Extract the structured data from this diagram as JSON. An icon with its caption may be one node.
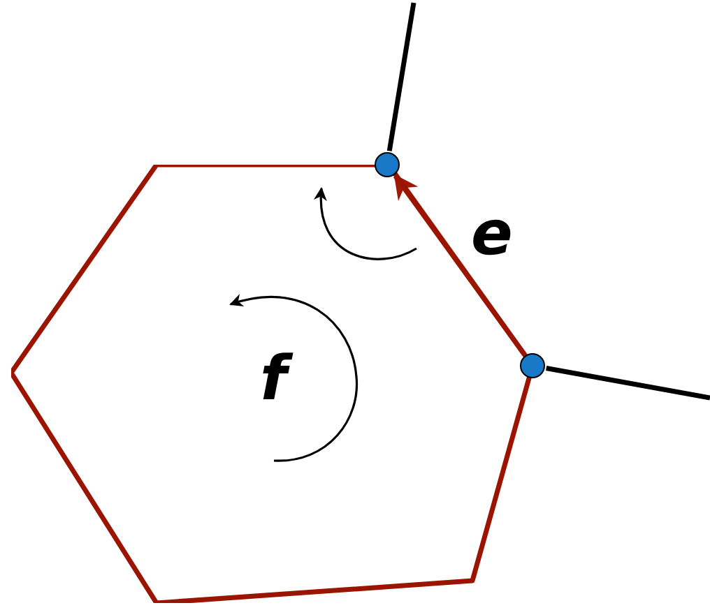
{
  "diagram": {
    "nodes": [
      {
        "text": [
          "f"
        ]
      },
      {
        "text": [],
        "shape": "circle"
      },
      {
        "text": [],
        "shape": "circle"
      }
    ],
    "edges": [
      {
        "from": 2,
        "to": 1,
        "arrow": "to",
        "label": "e",
        "color": "#a01800"
      },
      {
        "from": 1,
        "to": null,
        "arrow": "none"
      },
      {
        "from": 2,
        "to": null,
        "arrow": "none"
      }
    ]
  }
}
